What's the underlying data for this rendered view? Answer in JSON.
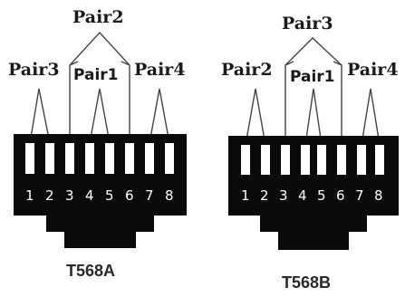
{
  "connectors": [
    {
      "standard": "T568A",
      "pins": [
        "1",
        "2",
        "3",
        "4",
        "5",
        "6",
        "7",
        "8"
      ],
      "labels": {
        "top": "Pair2",
        "left": "Pair3",
        "middle": "Pair1",
        "right": "Pair4"
      }
    },
    {
      "standard": "T568B",
      "pins": [
        "1",
        "2",
        "3",
        "4",
        "5",
        "6",
        "7",
        "8"
      ],
      "labels": {
        "top": "Pair3",
        "left": "Pair2",
        "middle": "Pair1",
        "right": "Pair4"
      }
    }
  ]
}
